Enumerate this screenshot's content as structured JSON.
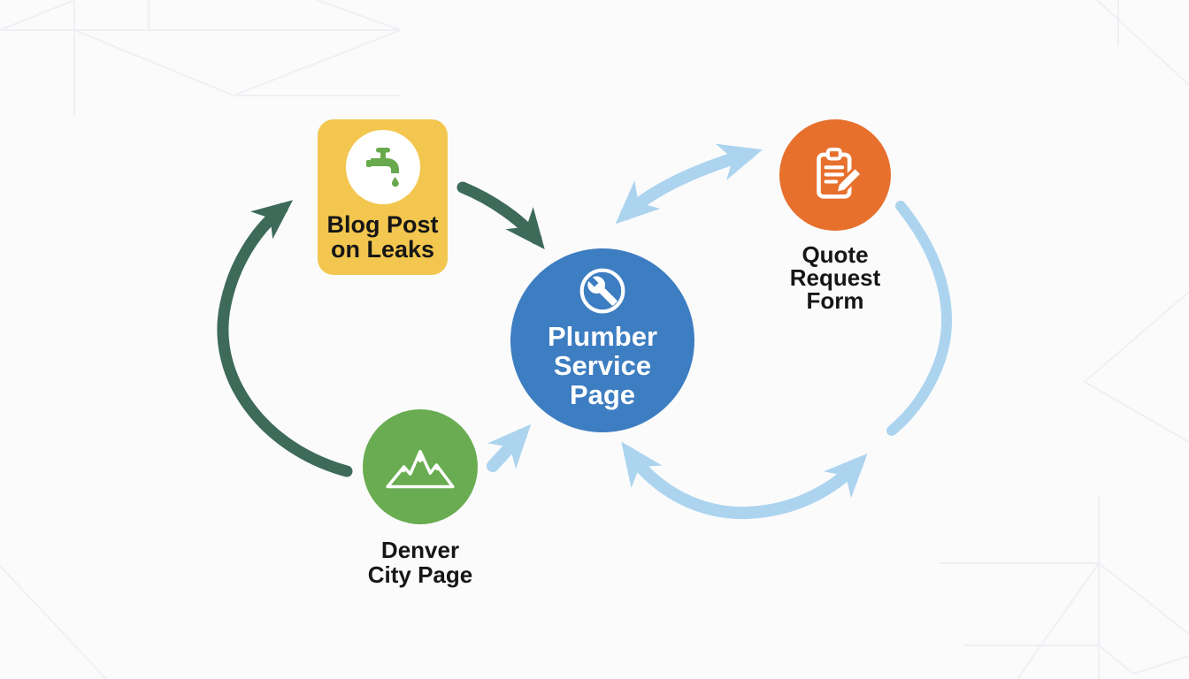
{
  "canvas": {
    "background": "#fbfbfc"
  },
  "diagram": {
    "nodes": {
      "blog_post": {
        "lines": [
          "Blog Post",
          "on Leaks"
        ],
        "shape": "rounded-square",
        "color": "#f3c74f",
        "icon": "faucet-icon",
        "icon_color": "#69a94e",
        "text_color": "#161616"
      },
      "plumber": {
        "lines": [
          "Plumber",
          "Service",
          "Page"
        ],
        "shape": "circle",
        "color": "#3d7dc1",
        "icon": "wrench-icon",
        "icon_color": "#ffffff",
        "text_color": "#ffffff"
      },
      "quote": {
        "lines": [
          "Quote",
          "Request",
          "Form"
        ],
        "shape": "circle",
        "color": "#e7702d",
        "icon": "clipboard-pencil-icon",
        "icon_color": "#ffffff",
        "text_color": "#161616"
      },
      "denver": {
        "lines": [
          "Denver",
          "City Page"
        ],
        "shape": "circle",
        "color": "#69ac51",
        "icon": "mountains-icon",
        "icon_color": "#ffffff",
        "text_color": "#161616"
      }
    },
    "arrows": {
      "dark_green_color": "#3d6a59",
      "light_blue_color": "#acd4ef",
      "connections": [
        {
          "name": "denver-loop-to-blog",
          "style": "dark-green",
          "heads": 1
        },
        {
          "name": "blog-to-plumber",
          "style": "dark-green",
          "heads": 1
        },
        {
          "name": "plumber-to-quote-two-way",
          "style": "light-blue",
          "heads": 2
        },
        {
          "name": "quote-side-arc",
          "style": "light-blue",
          "heads": 0
        },
        {
          "name": "plumber-bottom-two-way",
          "style": "light-blue",
          "heads": 2
        },
        {
          "name": "denver-to-plumber",
          "style": "light-blue",
          "heads": 1
        }
      ]
    }
  }
}
